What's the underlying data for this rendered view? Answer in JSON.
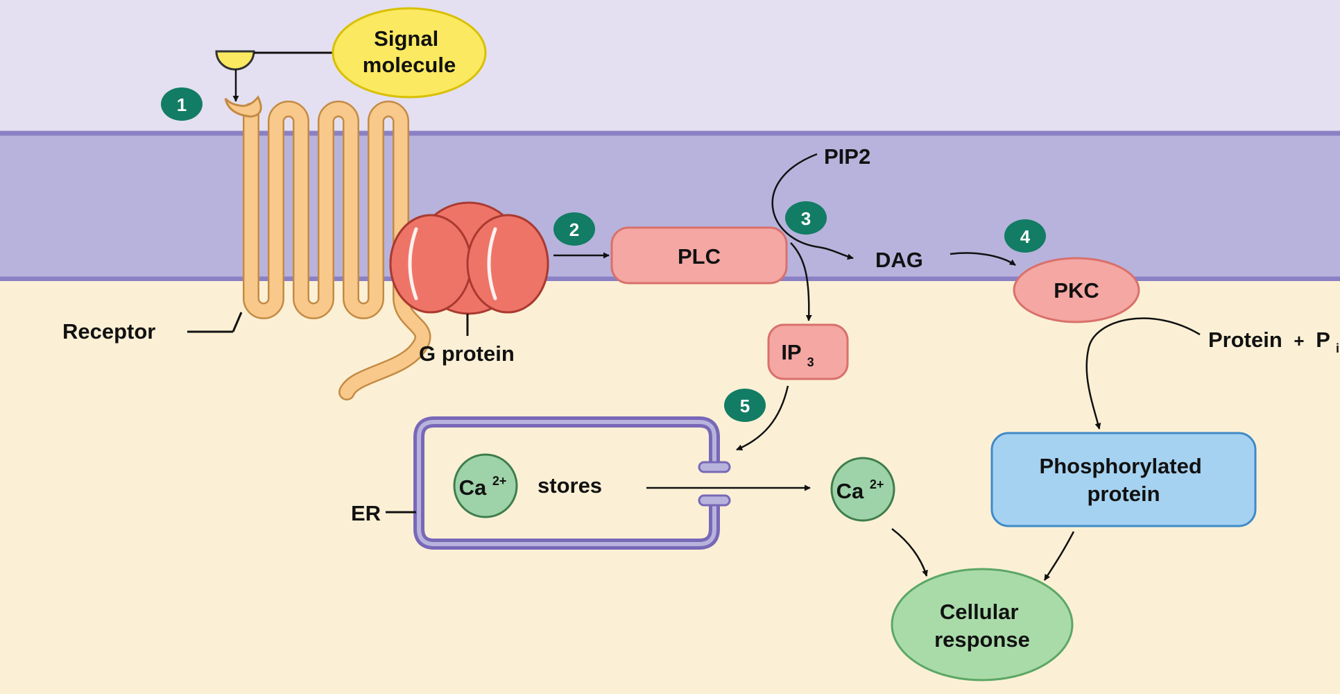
{
  "labels": {
    "signal_molecule": [
      "Signal",
      "molecule"
    ],
    "receptor": "Receptor",
    "g_protein": "G protein",
    "plc": "PLC",
    "pip2": "PIP2",
    "dag": "DAG",
    "pkc": "PKC",
    "ip3": {
      "base": "IP",
      "sub": "3"
    },
    "protein_pi": {
      "protein": "Protein",
      "plus": "+",
      "p": "P",
      "sub": "i"
    },
    "phosphorylated_protein": [
      "Phosphorylated",
      "protein"
    ],
    "er": "ER",
    "ca_store": {
      "base": "Ca",
      "sup": "2+"
    },
    "stores": "stores",
    "ca_released": {
      "base": "Ca",
      "sup": "2+"
    },
    "cellular_response": [
      "Cellular",
      "response"
    ]
  },
  "steps": [
    "1",
    "2",
    "3",
    "4",
    "5"
  ],
  "colors": {
    "extracellular": "#e4e0f1",
    "membrane": "#b7b3dc",
    "membrane_edge": "#8a80c4",
    "cytoplasm": "#fbf0d5",
    "receptor": "#f8c98a",
    "receptor_stroke": "#c48a44",
    "g_protein": "#ef7468",
    "g_protein_stroke": "#a93a30",
    "enzyme_fill": "#f4a7a3",
    "enzyme_stroke": "#d9706b",
    "signal_fill": "#fbe961",
    "signal_stroke": "#d8c000",
    "calcium_fill": "#9ed3a9",
    "calcium_stroke": "#3f7d4d",
    "phospho_fill": "#a5d2f1",
    "phospho_stroke": "#3f8ac8",
    "response_fill": "#a9dba9",
    "response_stroke": "#5ca766",
    "step_badge": "#127c64",
    "er_membrane": "#7868b8"
  }
}
